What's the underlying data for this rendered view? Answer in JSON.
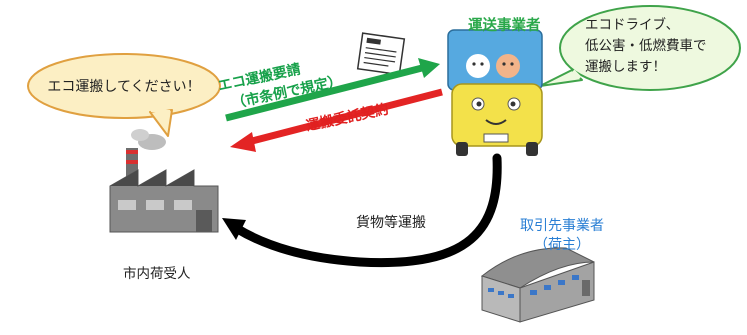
{
  "bubble_left": {
    "text": "エコ運搬してください！"
  },
  "bubble_right": {
    "lines": [
      "エコドライブ、",
      "低公害・低燃費車で",
      "運搬します！"
    ]
  },
  "carrier": {
    "label": "運送事業者"
  },
  "request": {
    "line1": "エコ運搬要請",
    "line2": "（市条例で規定）"
  },
  "contract": {
    "label": "運搬委託契約"
  },
  "cargo": {
    "label": "貨物等運搬"
  },
  "shipper": {
    "line1": "取引先事業者",
    "line2": "（荷主）"
  },
  "receiver": {
    "label": "市内荷受人"
  },
  "colors": {
    "green_arrow": "#1fa54a",
    "red_arrow": "#e32424",
    "carrier_text": "#2aa84a",
    "shipper_text": "#2a7fd4",
    "left_bubble_fill": "#fcefc4",
    "right_bubble_fill": "#eef9df",
    "truck_body": "#f3e14a",
    "truck_box": "#56a9e0"
  },
  "icons": [
    "factory-icon",
    "truck-icon",
    "warehouse-icon",
    "document-icon"
  ]
}
